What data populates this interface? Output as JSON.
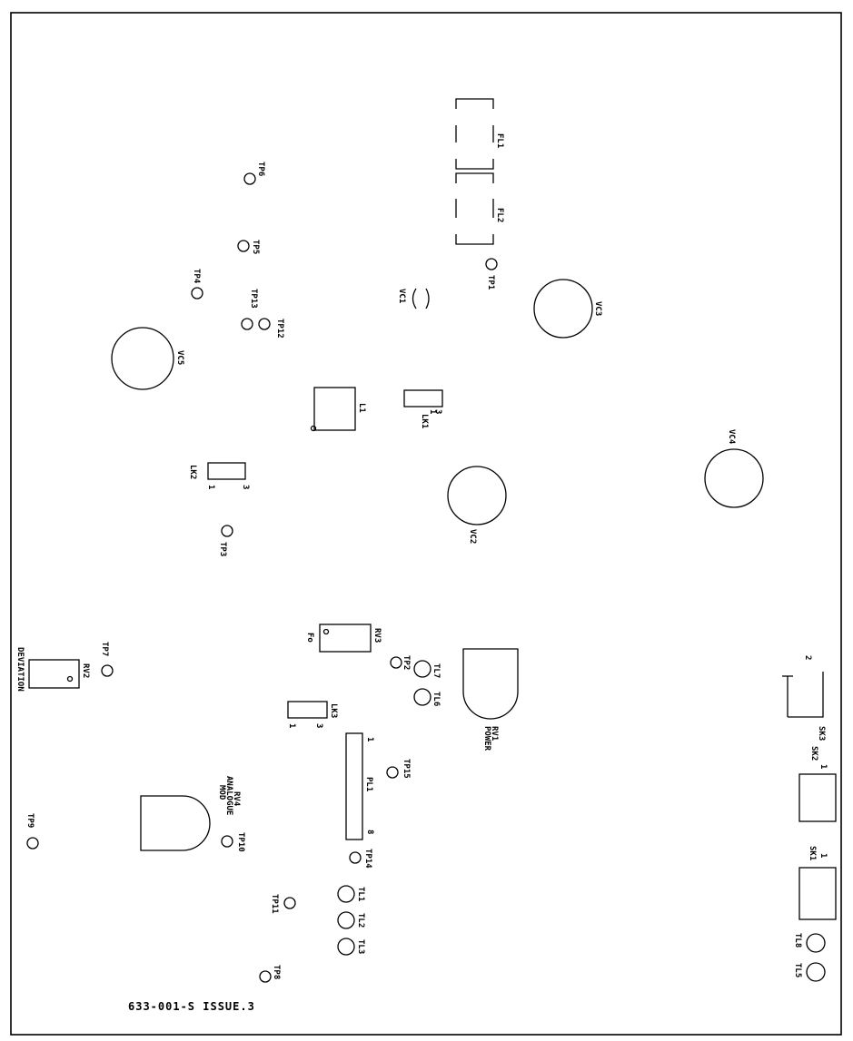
{
  "drawing_number": "633-001-S ISSUE.3",
  "test_points": {
    "tp1": "TP1",
    "tp2": "TP2",
    "tp3": "TP3",
    "tp4": "TP4",
    "tp5": "TP5",
    "tp6": "TP6",
    "tp7": "TP7",
    "tp8": "TP8",
    "tp9": "TP9",
    "tp10": "TP10",
    "tp11": "TP11",
    "tp12": "TP12",
    "tp13": "TP13",
    "tp14": "TP14",
    "tp15": "TP15"
  },
  "terminals": {
    "tl1": "TL1",
    "tl2": "TL2",
    "tl3": "TL3",
    "tl5": "TL5",
    "tl6": "TL6",
    "tl7": "TL7",
    "tl8": "TL8"
  },
  "capacitors": {
    "vc1": "VC1",
    "vc2": "VC2",
    "vc3": "VC3",
    "vc4": "VC4",
    "vc5": "VC5"
  },
  "filters": {
    "fl1": "FL1",
    "fl2": "FL2"
  },
  "links": {
    "lk1": "LK1",
    "lk2": "LK2",
    "lk3": "LK3"
  },
  "inductor": "L1",
  "connector": {
    "name": "PL1",
    "pin_first": "1",
    "pin_last": "8"
  },
  "pots": {
    "rv1": "RV1",
    "rv1_desc": "POWER",
    "rv2": "RV2",
    "rv2_desc": "DEVIATION",
    "rv3": "RV3",
    "rv3_mark": "Fo",
    "rv4": "RV4",
    "rv4_desc_1": "ANALOGUE",
    "rv4_desc_2": "MOD"
  },
  "sockets": {
    "sk1": "SK1",
    "sk2": "SK2",
    "sk3": "SK3"
  },
  "pins": {
    "p1": "1",
    "p2": "2",
    "p3": "3"
  }
}
